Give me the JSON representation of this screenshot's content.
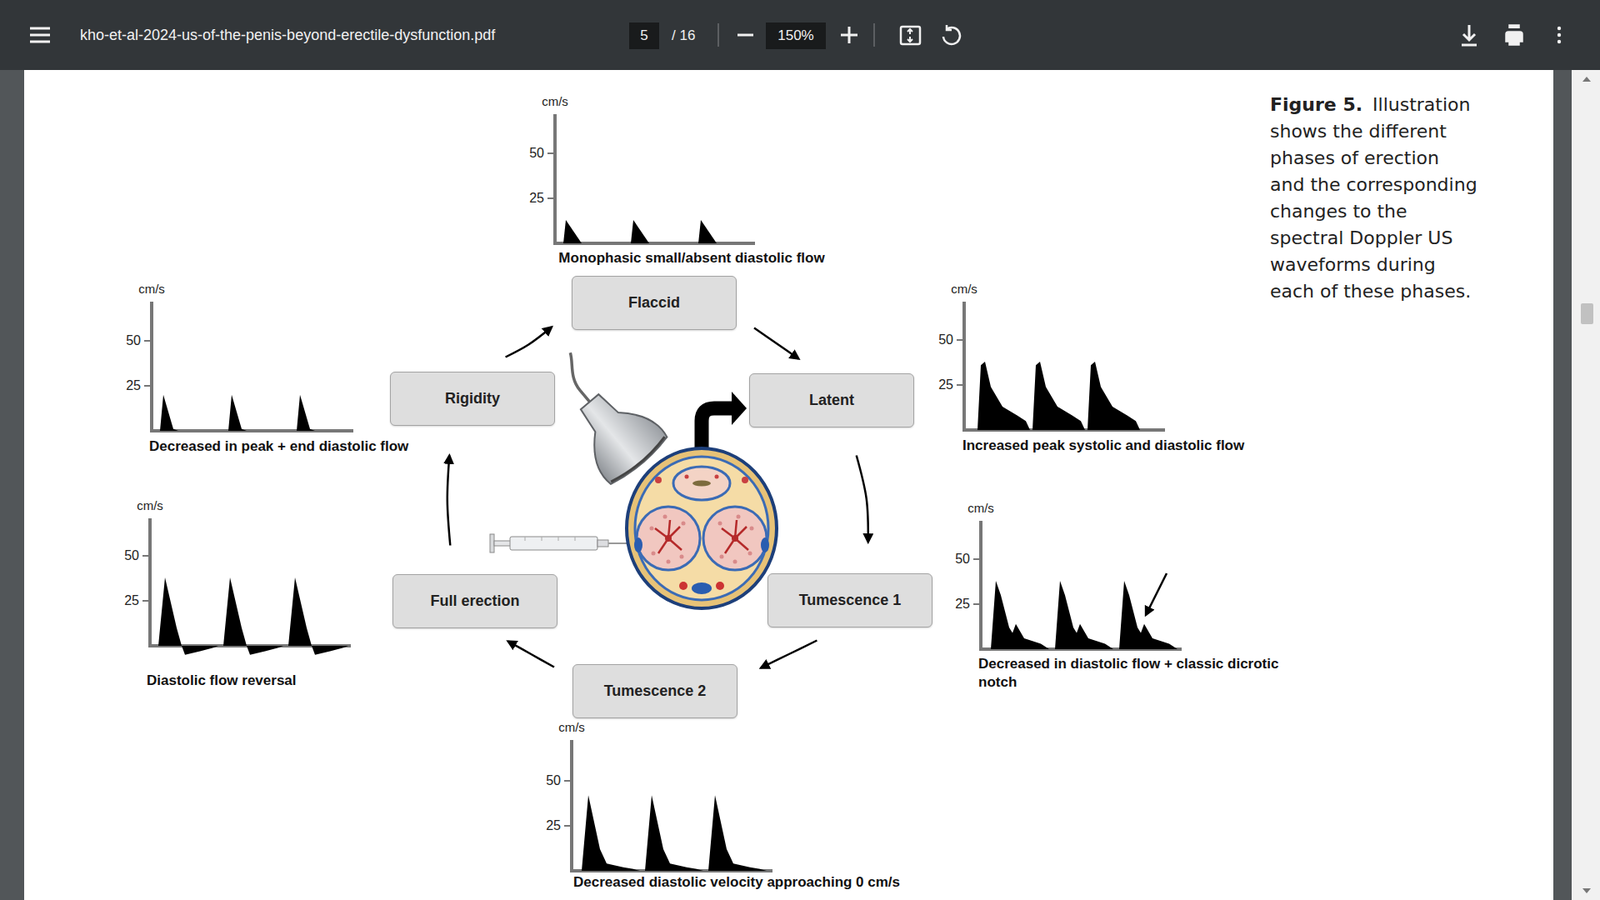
{
  "diagram": {
    "caption": "Illustration shows the different phases of erection and the corresponding changes to the spectral Doppler US waveforms during each of these phases.",
    "nodes": [
      {
        "text": [
          "Flaccid"
        ]
      },
      {
        "text": [
          "Latent"
        ]
      },
      {
        "text": [
          "Tumescence 1"
        ]
      },
      {
        "text": [
          "Tumescence 2"
        ]
      },
      {
        "text": [
          "Full erection"
        ]
      },
      {
        "text": [
          "Rigidity"
        ]
      }
    ],
    "edges": [
      {
        "from": 0,
        "to": 1,
        "arrow": "to"
      },
      {
        "from": 1,
        "to": 2,
        "arrow": "to"
      },
      {
        "from": 2,
        "to": 3,
        "arrow": "to"
      },
      {
        "from": 3,
        "to": 4,
        "arrow": "to"
      },
      {
        "from": 4,
        "to": 5,
        "arrow": "to"
      },
      {
        "from": 5,
        "to": 0,
        "arrow": "to"
      }
    ],
    "labels": [
      "kho-et-al-2024-us-of-the-penis-beyond-erectile-dysfunction.pdf",
      "5",
      "/ 16",
      "150%",
      "Figure 5.",
      "cm/s",
      "50",
      "25",
      "Monophasic small/absent diastolic flow",
      "cm/s",
      "50",
      "25",
      "Decreased in peak + end diastolic flow",
      "cm/s",
      "50",
      "25",
      "Increased peak systolic and diastolic flow",
      "cm/s",
      "50",
      "25",
      "Diastolic flow reversal",
      "cm/s",
      "50",
      "25",
      "Decreased in diastolic flow + classic dicrotic notch",
      "cm/s",
      "50",
      "25",
      "Decreased diastolic velocity approaching 0 cm/s"
    ]
  }
}
